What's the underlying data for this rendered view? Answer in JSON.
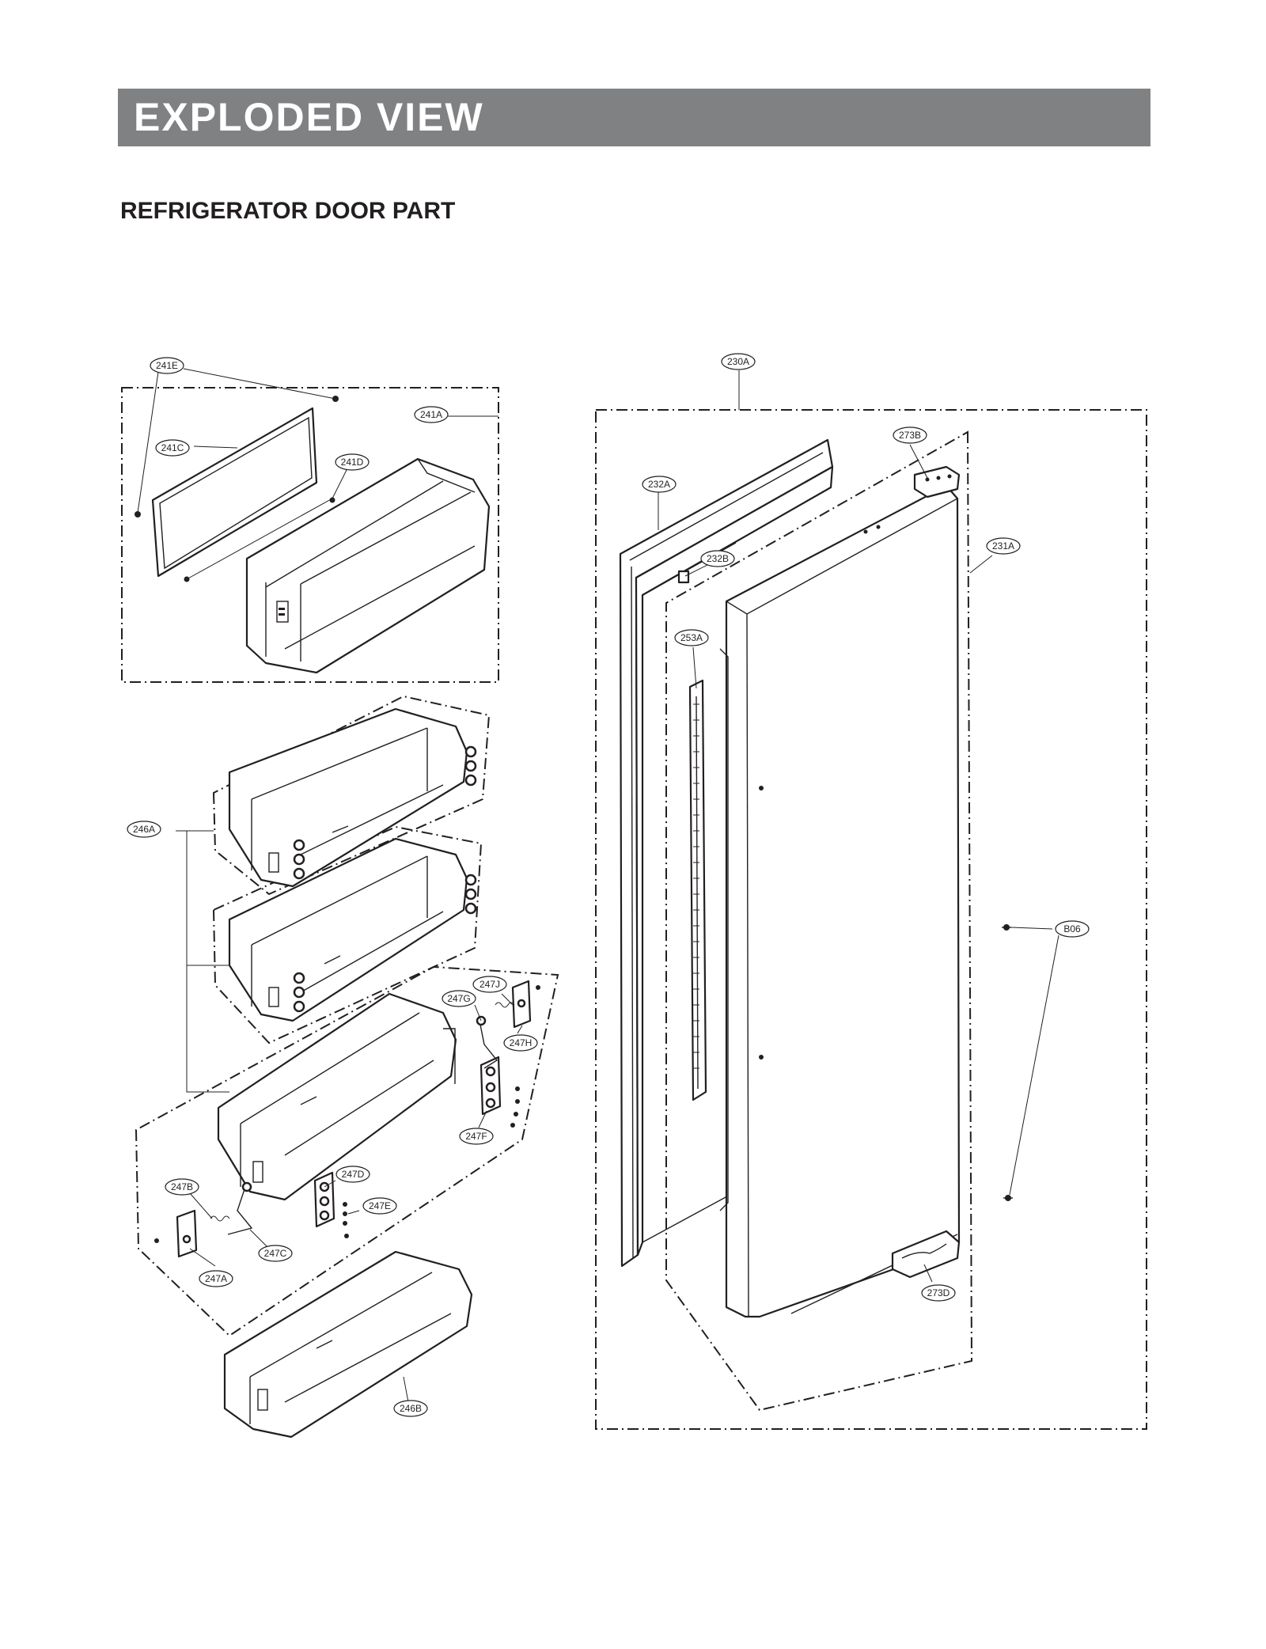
{
  "header": {
    "title": "EXPLODED VIEW",
    "bar_color": "#808183"
  },
  "section_title": "REFRIGERATOR DOOR PART",
  "part_labels": {
    "p241E": "241E",
    "p241A": "241A",
    "p241C": "241C",
    "p241D": "241D",
    "p230A": "230A",
    "p273B": "273B",
    "p232A": "232A",
    "p231A": "231A",
    "p232B": "232B",
    "p253A": "253A",
    "p246A": "246A",
    "p247J": "247J",
    "p247G": "247G",
    "p247H": "247H",
    "p247F": "247F",
    "p247D": "247D",
    "p247B": "247B",
    "p247E": "247E",
    "p247C": "247C",
    "p247A": "247A",
    "pB06": "B06",
    "p273D": "273D",
    "p246B": "246B"
  },
  "colors": {
    "line": "#231f20",
    "background": "#ffffff"
  }
}
